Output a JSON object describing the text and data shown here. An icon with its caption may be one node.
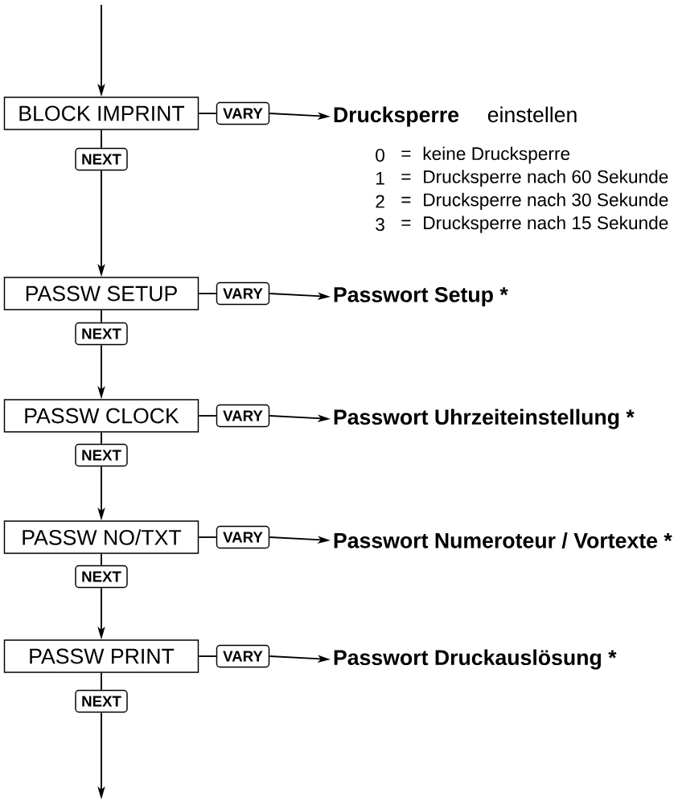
{
  "diagram": {
    "nodes": [
      {
        "text": [
          "BLOCK  IMPRINT"
        ]
      },
      {
        "text": [
          "VARY"
        ]
      },
      {
        "text": [
          "Drucksperre",
          "einstellen"
        ]
      },
      {
        "text": [
          "NEXT"
        ]
      },
      {
        "text": [
          "PASSW  SETUP"
        ]
      },
      {
        "text": [
          "VARY"
        ]
      },
      {
        "text": [
          "Passwort Setup *"
        ]
      },
      {
        "text": [
          "NEXT"
        ]
      },
      {
        "text": [
          "PASSW  CLOCK"
        ]
      },
      {
        "text": [
          "VARY"
        ]
      },
      {
        "text": [
          "Passwort Uhrzeiteinstellung *"
        ]
      },
      {
        "text": [
          "NEXT"
        ]
      },
      {
        "text": [
          "PASSW  NO/TXT"
        ]
      },
      {
        "text": [
          "VARY"
        ]
      },
      {
        "text": [
          "Passwort Numeroteur / Vortexte *"
        ]
      },
      {
        "text": [
          "NEXT"
        ]
      },
      {
        "text": [
          "PASSW  PRINT"
        ]
      },
      {
        "text": [
          "VARY"
        ]
      },
      {
        "text": [
          "Passwort Druckauslösung *"
        ]
      },
      {
        "text": [
          "NEXT"
        ]
      }
    ],
    "edges": [
      {
        "from": null,
        "to": 0,
        "arrow": "to"
      },
      {
        "from": 0,
        "to": 1,
        "arrow": "none"
      },
      {
        "from": 1,
        "to": 2,
        "arrow": "to"
      },
      {
        "from": 0,
        "to": 3,
        "arrow": "none"
      },
      {
        "from": 3,
        "to": 4,
        "arrow": "to"
      },
      {
        "from": 4,
        "to": 5,
        "arrow": "none"
      },
      {
        "from": 5,
        "to": 6,
        "arrow": "to"
      },
      {
        "from": 4,
        "to": 7,
        "arrow": "none"
      },
      {
        "from": 7,
        "to": 8,
        "arrow": "to"
      },
      {
        "from": 8,
        "to": 9,
        "arrow": "none"
      },
      {
        "from": 9,
        "to": 10,
        "arrow": "to"
      },
      {
        "from": 8,
        "to": 11,
        "arrow": "none"
      },
      {
        "from": 11,
        "to": 12,
        "arrow": "to"
      },
      {
        "from": 12,
        "to": 13,
        "arrow": "none"
      },
      {
        "from": 13,
        "to": 14,
        "arrow": "to"
      },
      {
        "from": 12,
        "to": 15,
        "arrow": "none"
      },
      {
        "from": 15,
        "to": 16,
        "arrow": "to"
      },
      {
        "from": 16,
        "to": 17,
        "arrow": "none"
      },
      {
        "from": 17,
        "to": 18,
        "arrow": "to"
      },
      {
        "from": 16,
        "to": 19,
        "arrow": "none"
      },
      {
        "from": 19,
        "to": null,
        "arrow": "to"
      }
    ],
    "labels": [
      "0",
      "=",
      "keine Drucksperre",
      "1",
      "=",
      "Drucksperre nach 60 Sekunde",
      "2",
      "=",
      "Drucksperre nach 30 Sekunde",
      "3",
      "=",
      "Drucksperre nach 15 Sekunde"
    ]
  }
}
